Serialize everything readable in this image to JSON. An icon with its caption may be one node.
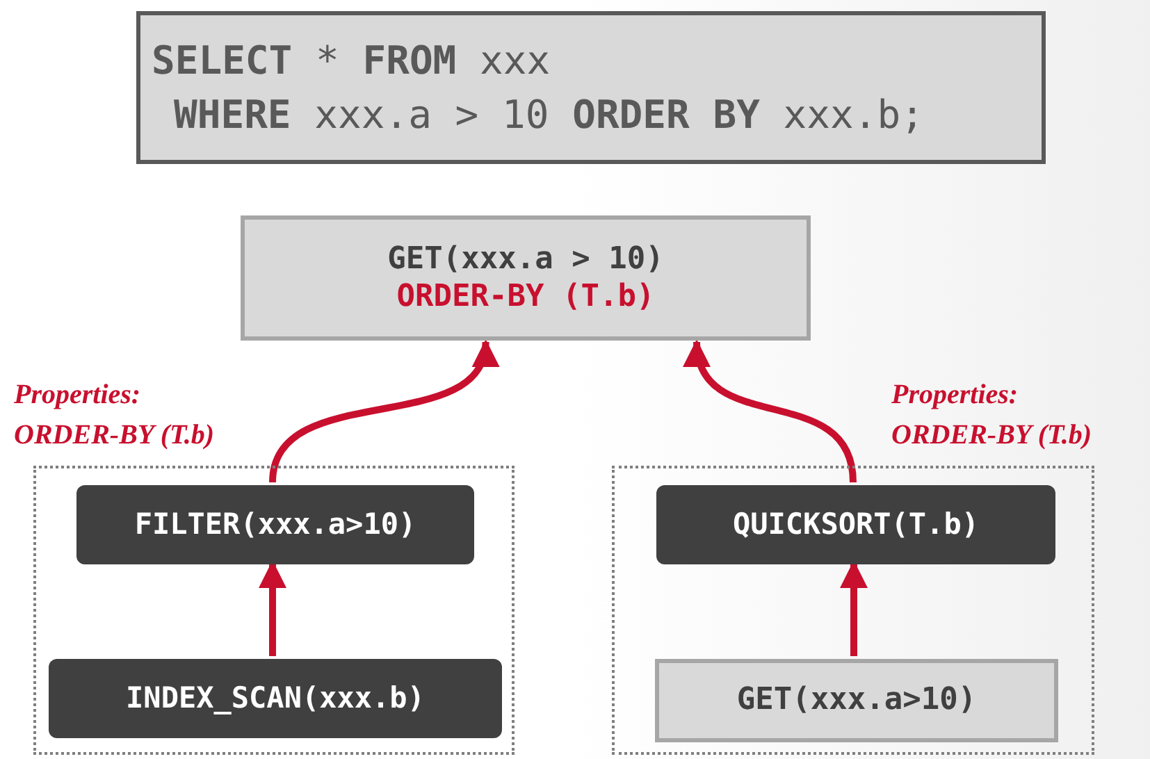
{
  "diagram": {
    "nodes": [
      {
        "text": [
          "**SELECT** * **FROM** xxx",
          "**WHERE** xxx.a > 10 **ORDER BY** xxx.b;"
        ]
      },
      {
        "text": [
          "GET(xxx.a > 10)",
          "ORDER-BY (T.b)"
        ]
      },
      {
        "text": [],
        "shape": "box",
        "beside": [
          "Properties:",
          "ORDER-BY (T.b)"
        ]
      },
      {
        "text": [
          "FILTER(xxx.a>10)"
        ],
        "in": 2
      },
      {
        "text": [
          "INDEX_SCAN(xxx.b)"
        ],
        "in": 2
      },
      {
        "text": [],
        "shape": "box",
        "beside": [
          "Properties:",
          "ORDER-BY (T.b)"
        ]
      },
      {
        "text": [
          "QUICKSORT(T.b)"
        ],
        "in": 5
      },
      {
        "text": [
          "GET(xxx.a>10)"
        ],
        "in": 5
      }
    ],
    "edges": [
      {
        "from": 3,
        "to": 1,
        "arrow": "to"
      },
      {
        "from": 4,
        "to": 3,
        "arrow": "to"
      },
      {
        "from": 6,
        "to": 1,
        "arrow": "to"
      },
      {
        "from": 7,
        "to": 6,
        "arrow": "to"
      }
    ]
  }
}
